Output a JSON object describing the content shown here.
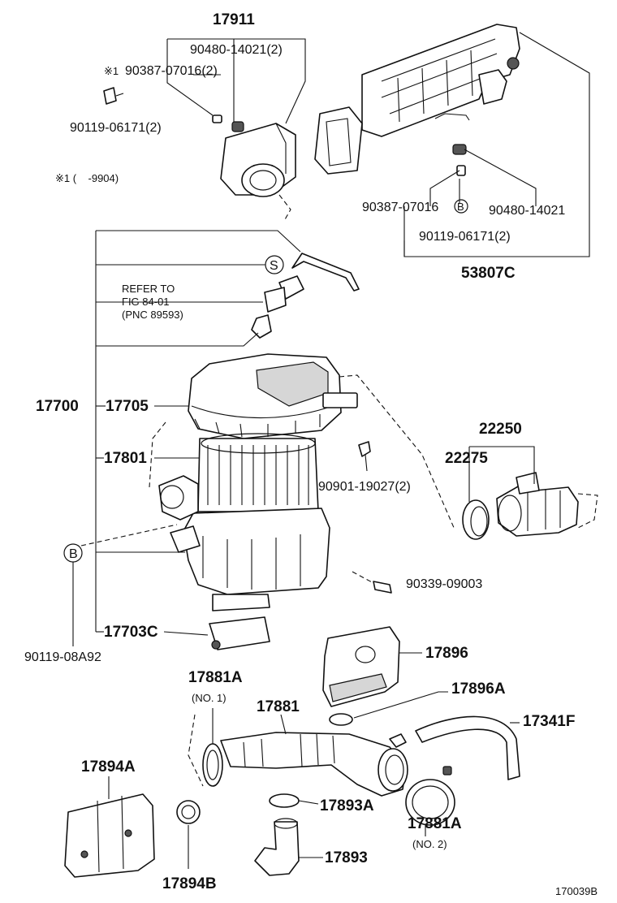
{
  "labels": {
    "p17911": "17911",
    "p90480_14021_2": "90480-14021(2)",
    "p90387_07016_2": "90387-07016(2)",
    "note_mark_1": "※1",
    "p90119_06171_2_top": "90119-06171(2)",
    "note_range": "※1 (    -9904)",
    "p90387_07016_B": "90387-07016",
    "callout_B_small": "B",
    "p90480_14021": "90480-14021",
    "p90119_06171_2_right": "90119-06171(2)",
    "p53807C": "53807C",
    "callout_S": "S",
    "refer_line1": "REFER TO",
    "refer_line2": "FIG 84-01",
    "refer_line3": "(PNC 89593)",
    "p17700": "17700",
    "p17705": "17705",
    "p22250": "22250",
    "p17801": "17801",
    "p22275": "22275",
    "p90901_19027_2": "90901-19027(2)",
    "callout_B": "B",
    "p90339_09003": "90339-09003",
    "p17703C": "17703C",
    "p90119_08A92": "90119-08A92",
    "p17896": "17896",
    "p17881A_top": "17881A",
    "no1": "(NO. 1)",
    "p17896A": "17896A",
    "p17881": "17881",
    "p17341F": "17341F",
    "p17894A": "17894A",
    "p17893A": "17893A",
    "p17881A_bottom": "17881A",
    "no2": "(NO. 2)",
    "p17893": "17893",
    "p17894B": "17894B",
    "figure_id": "170039B"
  }
}
